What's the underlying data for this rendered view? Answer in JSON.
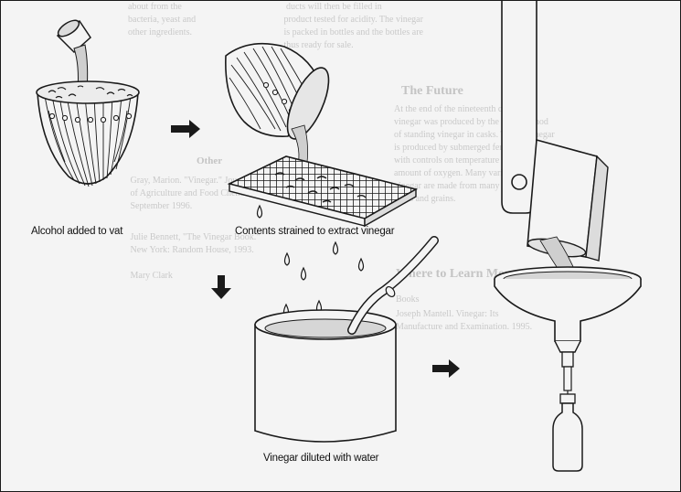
{
  "captions": {
    "step1": "Alcohol added to vat",
    "step2": "Contents strained to extract vinegar",
    "step3": "Vinegar diluted with water"
  },
  "bleed_text": {
    "heading_1": "The Future",
    "heading_2": "Where to Learn More",
    "heading_3": "Other",
    "sub_1": "Books"
  },
  "icons": {
    "arrow_1": "arrow-right-icon",
    "arrow_2": "arrow-down-icon",
    "arrow_3": "arrow-right-icon"
  },
  "colors": {
    "ink": "#1a1a1a",
    "paper": "#f4f4f4",
    "liquid": "#cfcfcf",
    "bleed": "#c9c9c9"
  }
}
